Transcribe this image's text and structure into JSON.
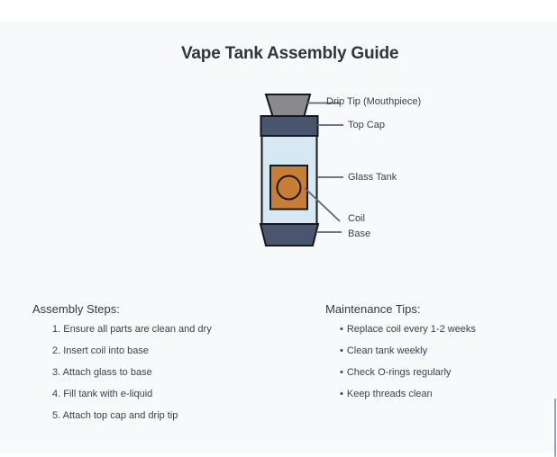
{
  "title": "Vape Tank Assembly Guide",
  "colors": {
    "panel_bg": "#f8f9fb",
    "drip_tip_fill": "#8a8a8d",
    "metal_fill": "#4a566e",
    "glass_fill": "#d6e9f2",
    "coil_fill": "#c87e35",
    "outline": "#16181d",
    "leader_line": "#5b6472",
    "scrollbar": "#9aa2b2"
  },
  "diagram": {
    "labels": {
      "drip_tip": "Drip Tip (Mouthpiece)",
      "top_cap": "Top Cap",
      "glass_tank": "Glass Tank",
      "coil": "Coil",
      "base": "Base"
    }
  },
  "assembly": {
    "heading": "Assembly Steps:",
    "items": [
      "1. Ensure all parts are clean and dry",
      "2. Insert coil into base",
      "3. Attach glass to base",
      "4. Fill tank with e-liquid",
      "5. Attach top cap and drip tip"
    ]
  },
  "maintenance": {
    "heading": "Maintenance Tips:",
    "bullet": "•",
    "items": [
      "Replace coil every 1-2 weeks",
      "Clean tank weekly",
      "Check O-rings regularly",
      "Keep threads clean"
    ]
  }
}
